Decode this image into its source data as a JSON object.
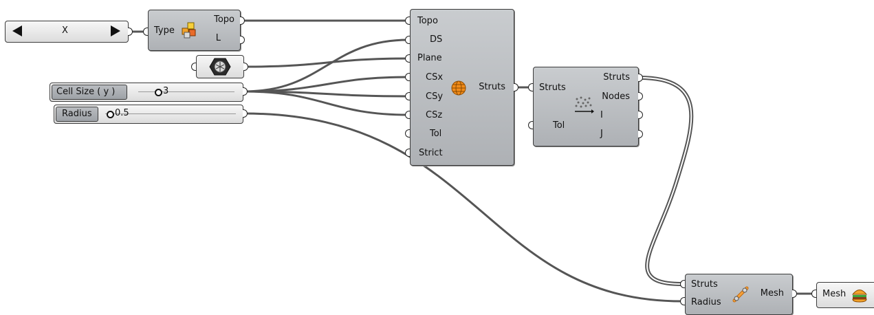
{
  "value_list": {
    "value": "X",
    "left_arrow": "left-triangle-icon",
    "right_arrow": "right-triangle-icon"
  },
  "topo_component": {
    "input_type": "Type",
    "output_topo": "Topo",
    "output_l": "L",
    "icon": "topology-blocks-icon"
  },
  "plane_component": {
    "icon": "hex-plane-icon"
  },
  "slider_cell_size": {
    "label": "Cell Size ( y )",
    "value": "3"
  },
  "slider_radius": {
    "label": "Radius",
    "value": "0.5"
  },
  "struts_component": {
    "inputs": [
      "Topo",
      "DS",
      "Plane",
      "CSx",
      "CSy",
      "CSz",
      "Tol",
      "Strict"
    ],
    "output": "Struts",
    "icon": "lattice-sphere-icon"
  },
  "clean_component": {
    "inputs": [
      "Struts",
      "Tol"
    ],
    "outputs": [
      "Struts",
      "Nodes",
      "I",
      "J"
    ],
    "icon": "scatter-nodes-icon"
  },
  "mesh_component": {
    "inputs": [
      "Struts",
      "Radius"
    ],
    "output": "Mesh",
    "icon": "bone-mesh-icon"
  },
  "mesh_preview": {
    "label": "Mesh",
    "icon": "burger-mesh-icon"
  },
  "colors": {
    "wire": "#555555",
    "component": "#b5b8bc",
    "icon_orange": "#f28c1a"
  }
}
